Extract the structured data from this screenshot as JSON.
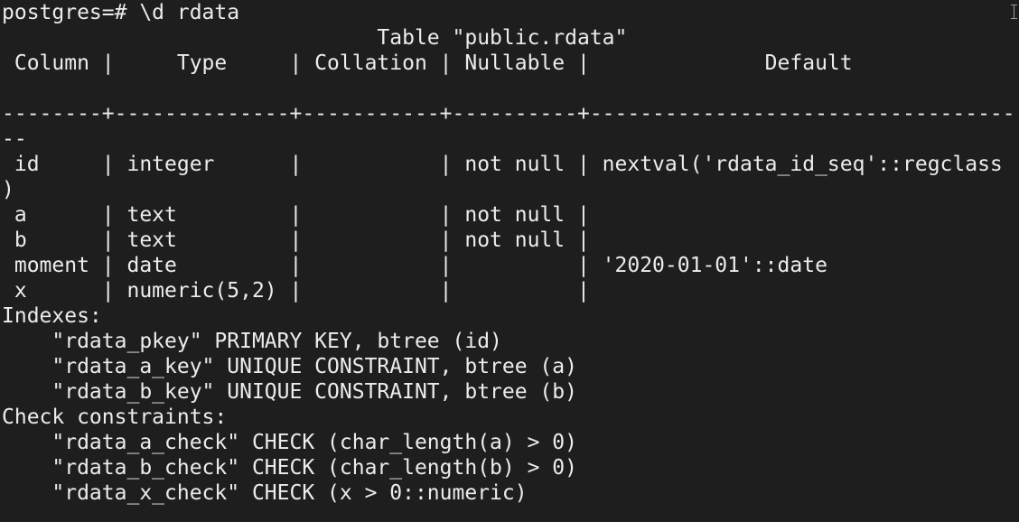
{
  "terminal": {
    "background": "#1e1e1e",
    "foreground": "#ececec",
    "lines": [
      "postgres=# \\d rdata",
      "                              Table \"public.rdata\"",
      " Column |     Type     | Collation | Nullable |              Default",
      "",
      "--------+--------------+-----------+----------+-----------------------------------",
      "--",
      " id     | integer      |           | not null | nextval('rdata_id_seq'::regclass",
      ")",
      " a      | text         |           | not null |",
      " b      | text         |           | not null |",
      " moment | date         |           |          | '2020-01-01'::date",
      " x      | numeric(5,2) |           |          |",
      "Indexes:",
      "    \"rdata_pkey\" PRIMARY KEY, btree (id)",
      "    \"rdata_a_key\" UNIQUE CONSTRAINT, btree (a)",
      "    \"rdata_b_key\" UNIQUE CONSTRAINT, btree (b)",
      "Check constraints:",
      "    \"rdata_a_check\" CHECK (char_length(a) > 0)",
      "    \"rdata_b_check\" CHECK (char_length(b) > 0)",
      "    \"rdata_x_check\" CHECK (x > 0::numeric)"
    ]
  },
  "cursor": {
    "icon": "ibeam-cursor-icon"
  }
}
